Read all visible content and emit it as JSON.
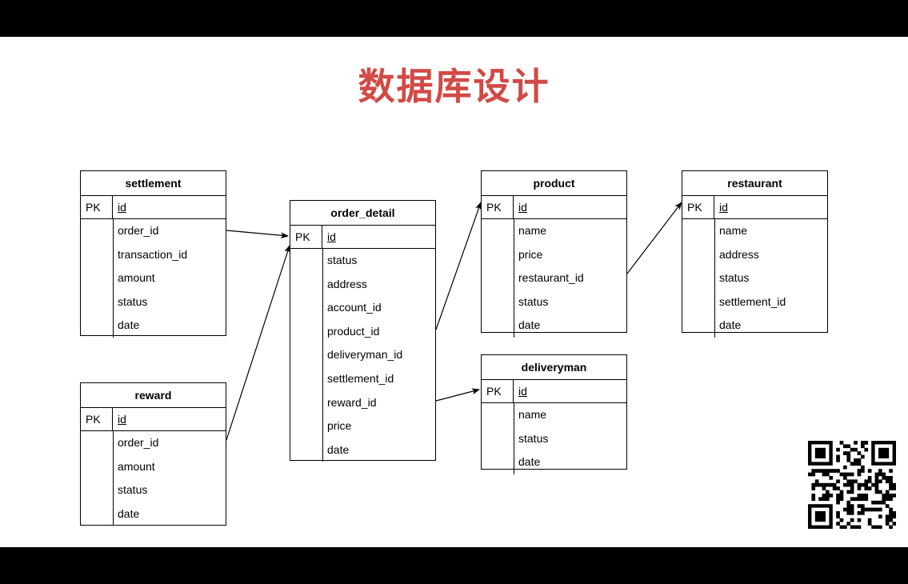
{
  "title": "数据库设计",
  "pk_label": "PK",
  "entities": {
    "settlement": {
      "name": "settlement",
      "pk": "id",
      "fields": [
        "order_id",
        "transaction_id",
        "amount",
        "status",
        "date"
      ]
    },
    "reward": {
      "name": "reward",
      "pk": "id",
      "fields": [
        "order_id",
        "amount",
        "status",
        "date"
      ]
    },
    "order_detail": {
      "name": "order_detail",
      "pk": "id",
      "fields": [
        "status",
        "address",
        "account_id",
        "product_id",
        "deliveryman_id",
        "settlement_id",
        "reward_id",
        "price",
        "date"
      ]
    },
    "product": {
      "name": "product",
      "pk": "id",
      "fields": [
        "name",
        "price",
        "restaurant_id",
        "status",
        "date"
      ]
    },
    "restaurant": {
      "name": "restaurant",
      "pk": "id",
      "fields": [
        "name",
        "address",
        "status",
        "settlement_id",
        "date"
      ]
    },
    "deliveryman": {
      "name": "deliveryman",
      "pk": "id",
      "fields": [
        "name",
        "status",
        "date"
      ]
    }
  },
  "relations": [
    {
      "from": "settlement.order_id",
      "to": "order_detail.id"
    },
    {
      "from": "reward.order_id",
      "to": "order_detail.id"
    },
    {
      "from": "order_detail.product_id",
      "to": "product.id"
    },
    {
      "from": "order_detail.reward_id",
      "to": "deliveryman.id"
    },
    {
      "from": "product.restaurant_id",
      "to": "restaurant.id"
    }
  ],
  "icons": {
    "qr": "qr-code-icon"
  }
}
